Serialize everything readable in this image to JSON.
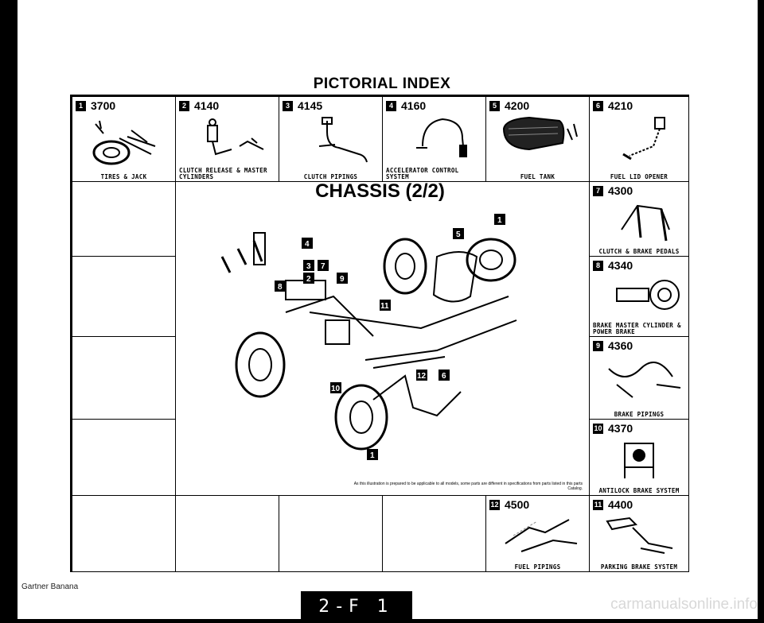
{
  "title": "PICTORIAL INDEX",
  "section_title": "CHASSIS (2/2)",
  "top_row": [
    {
      "badge": "1",
      "code": "3700",
      "caption": "TIRES & JACK"
    },
    {
      "badge": "2",
      "code": "4140",
      "caption": "CLUTCH RELEASE & MASTER CYLINDERS"
    },
    {
      "badge": "3",
      "code": "4145",
      "caption": "CLUTCH PIPINGS"
    },
    {
      "badge": "4",
      "code": "4160",
      "caption": "ACCELERATOR CONTROL SYSTEM"
    },
    {
      "badge": "5",
      "code": "4200",
      "caption": "FUEL TANK"
    },
    {
      "badge": "6",
      "code": "4210",
      "caption": "FUEL LID OPENER"
    }
  ],
  "right_col": [
    {
      "badge": "7",
      "code": "4300",
      "caption": "CLUTCH & BRAKE PEDALS"
    },
    {
      "badge": "8",
      "code": "4340",
      "caption": "BRAKE MASTER CYLINDER & POWER BRAKE"
    },
    {
      "badge": "9",
      "code": "4360",
      "caption": "BRAKE PIPINGS"
    },
    {
      "badge": "10",
      "code": "4370",
      "caption": "ANTILOCK BRAKE SYSTEM"
    }
  ],
  "bottom_row": [
    {
      "badge": "12",
      "code": "4500",
      "caption": "FUEL PIPINGS"
    },
    {
      "badge": "11",
      "code": "4400",
      "caption": "PARKING BRAKE SYSTEM"
    }
  ],
  "note": "As this illustration is prepared to be applicable to all models, some parts are different in specifications from parts listed in this parts Catalog.",
  "callouts": [
    "1",
    "5",
    "4",
    "3",
    "7",
    "2",
    "9",
    "8",
    "11",
    "12",
    "6",
    "10",
    "1"
  ],
  "footer_left": "Gartner Banana",
  "page_label": "2-F 1",
  "watermark": "carmanualsonline.info"
}
